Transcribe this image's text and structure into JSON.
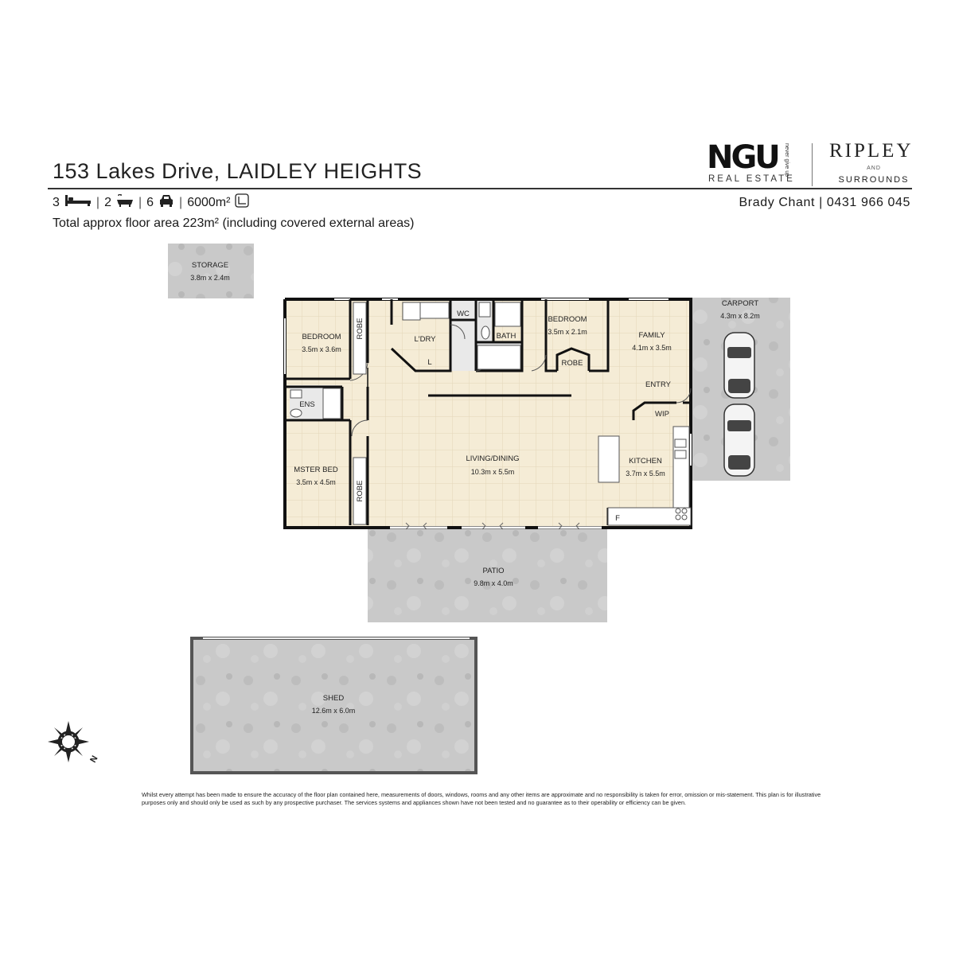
{
  "header": {
    "address": "153 Lakes Drive, LAIDLEY HEIGHTS",
    "stats": {
      "bedrooms": "3",
      "bathrooms": "2",
      "car_spaces": "6",
      "land_area": "6000m²"
    },
    "total_area": "Total approx floor area 223m² (including covered external areas)",
    "agent": "Brady Chant | 0431 966 045"
  },
  "logos": {
    "ngu_mark": "NGU",
    "ngu_tagline": "never give up",
    "ngu_sub": "REAL ESTATE",
    "ripley_main": "RIPLEY",
    "ripley_and": "AND",
    "ripley_sub": "SURROUNDS"
  },
  "rooms": {
    "storage": {
      "name": "STORAGE",
      "dim": "3.8m x 2.4m"
    },
    "bedroom1": {
      "name": "BEDROOM",
      "dim": "3.5m x 3.6m"
    },
    "robe1": {
      "name": "ROBE"
    },
    "laundry": {
      "name": "L'DRY",
      "l": "L"
    },
    "wc": {
      "name": "WC"
    },
    "bath": {
      "name": "BATH"
    },
    "bedroom2": {
      "name": "BEDROOM",
      "dim": "3.5m x 2.1m"
    },
    "robe2": {
      "name": "ROBE"
    },
    "family": {
      "name": "FAMILY",
      "dim": "4.1m x 3.5m"
    },
    "carport": {
      "name": "CARPORT",
      "dim": "4.3m x 8.2m"
    },
    "entry": {
      "name": "ENTRY"
    },
    "wip": {
      "name": "WIP"
    },
    "ens": {
      "name": "ENS"
    },
    "living": {
      "name": "LIVING/DINING",
      "dim": "10.3m x 5.5m"
    },
    "kitchen": {
      "name": "KITCHEN",
      "dim": "3.7m x 5.5m"
    },
    "fridge": {
      "name": "F"
    },
    "master": {
      "name": "MSTER BED",
      "dim": "3.5m x 4.5m"
    },
    "robe3": {
      "name": "ROBE"
    },
    "patio": {
      "name": "PATIO",
      "dim": "9.8m x 4.0m"
    },
    "shed": {
      "name": "SHED",
      "dim": "12.6m x 6.0m"
    }
  },
  "compass": {
    "north": "N"
  },
  "colors": {
    "floor": "#f5ecd6",
    "tile_line": "#e4d6b8",
    "wall": "#111111",
    "concrete": "#c9c9c9"
  },
  "disclaimer": "Whilst every attempt has been made to ensure the accuracy of the floor plan contained here, measurements of doors, windows, rooms and any other items are approximate and no responsibility is taken for error, omission or mis-statement. This plan is for illustrative purposes only and should only be used as such by any prospective purchaser. The services systems and appliances shown have not been tested and no guarantee as to their operability or efficiency can be given."
}
